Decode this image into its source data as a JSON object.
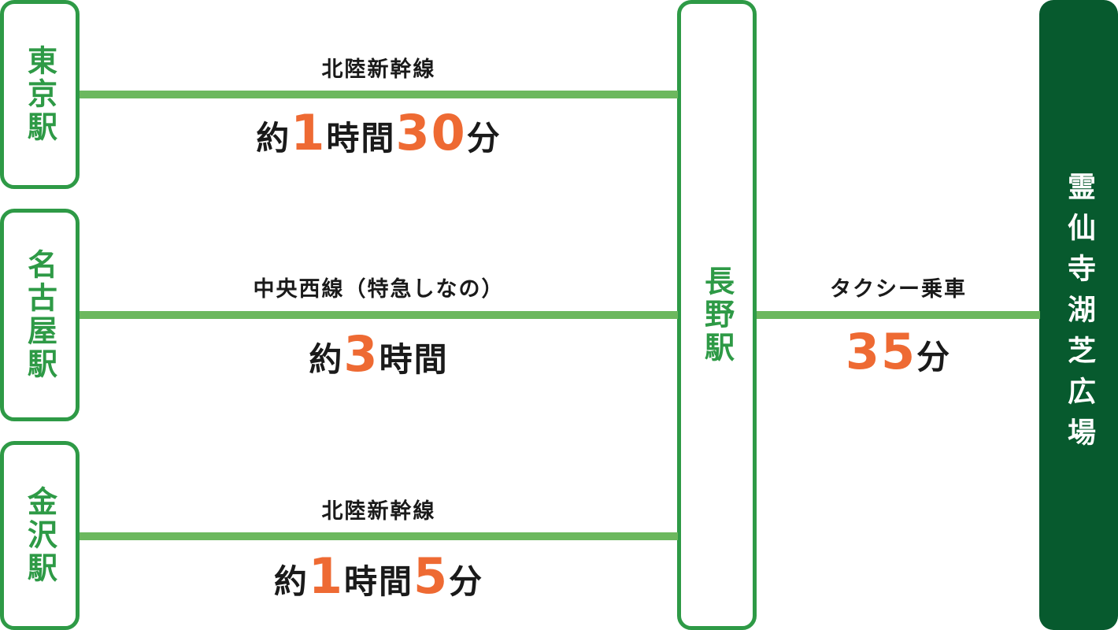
{
  "origins": [
    {
      "name": "東京駅",
      "route": "北陸新幹線",
      "duration": [
        {
          "t": "約",
          "num": false
        },
        {
          "t": "1",
          "num": true
        },
        {
          "t": "時間",
          "num": false
        },
        {
          "t": "30",
          "num": true
        },
        {
          "t": "分",
          "num": false
        }
      ]
    },
    {
      "name": "名古屋駅",
      "route": "中央西線（特急しなの）",
      "duration": [
        {
          "t": "約",
          "num": false
        },
        {
          "t": "3",
          "num": true
        },
        {
          "t": "時間",
          "num": false
        }
      ]
    },
    {
      "name": "金沢駅",
      "route": "北陸新幹線",
      "duration": [
        {
          "t": "約",
          "num": false
        },
        {
          "t": "1",
          "num": true
        },
        {
          "t": "時間",
          "num": false
        },
        {
          "t": "5",
          "num": true
        },
        {
          "t": "分",
          "num": false
        }
      ]
    }
  ],
  "hub": {
    "name": "長野駅",
    "route": "タクシー乗車",
    "duration": [
      {
        "t": "35",
        "num": true
      },
      {
        "t": "分",
        "num": false
      }
    ]
  },
  "destination": {
    "name": "霊仙寺湖芝広場"
  },
  "colors": {
    "station_border": "#2e9a46",
    "line": "#6cb85e",
    "destination_bg": "#075a2e",
    "number": "#ee6a33"
  }
}
